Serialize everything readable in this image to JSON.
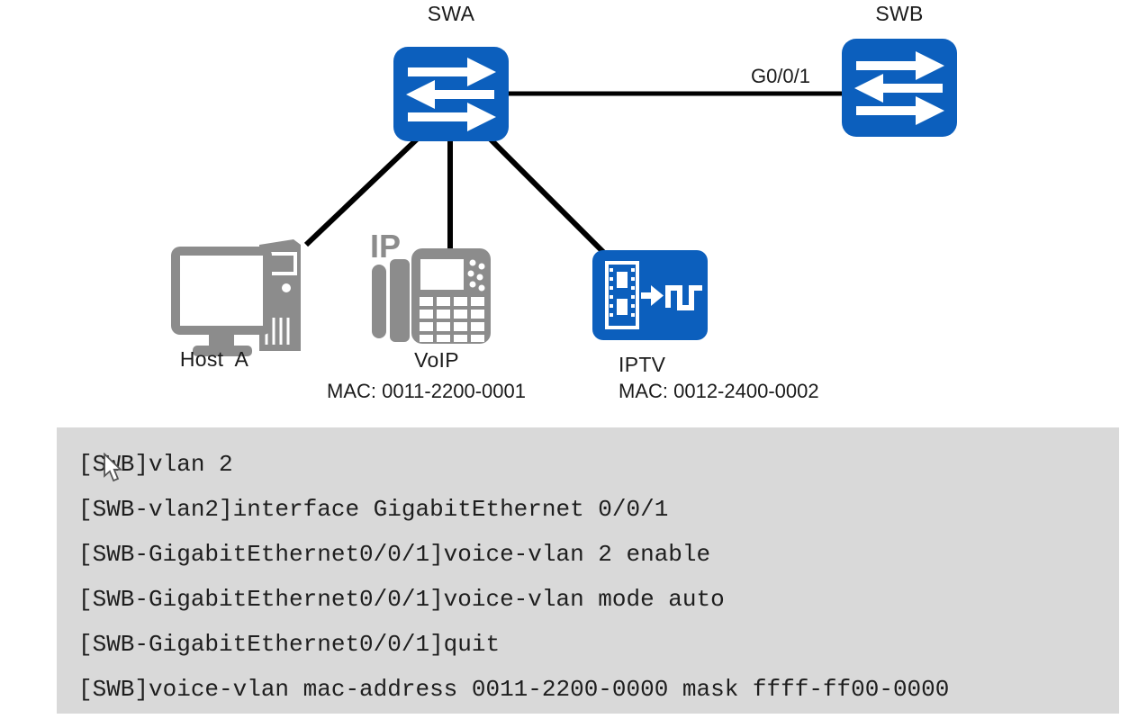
{
  "diagram": {
    "devices": {
      "swa": {
        "label": "SWA",
        "type": "switch"
      },
      "swb": {
        "label": "SWB",
        "type": "switch"
      },
      "host": {
        "label": "Host  A",
        "type": "desktop-computer"
      },
      "voip": {
        "label": "VoIP",
        "mac": "MAC: 0011-2200-0001",
        "badge": "IP",
        "type": "ip-phone"
      },
      "iptv": {
        "label": "IPTV",
        "mac": "MAC: 0012-2400-0002",
        "type": "iptv-media-stream"
      }
    },
    "links": {
      "swa_swb_label": "G0/0/1"
    },
    "icons": {
      "swa": "lan-switch-icon",
      "swb": "lan-switch-icon",
      "host": "desktop-computer-icon",
      "voip": "ip-phone-icon",
      "iptv": "iptv-media-icon",
      "pointer": "mouse-cursor-icon"
    }
  },
  "console": {
    "lines": [
      "[SWB]vlan 2",
      "[SWB-vlan2]interface GigabitEthernet 0/0/1",
      "[SWB-GigabitEthernet0/0/1]voice-vlan 2 enable",
      "[SWB-GigabitEthernet0/0/1]voice-vlan mode auto",
      "[SWB-GigabitEthernet0/0/1]quit",
      "[SWB]voice-vlan mac-address 0011-2200-0000 mask ffff-ff00-0000"
    ]
  },
  "colors": {
    "switch_blue": "#0c5fbd",
    "iptv_blue": "#0c5fbd",
    "device_gray": "#8c8c8c",
    "console_bg": "#d9d9d9",
    "console_text": "#1e1e1e",
    "link_line": "#000000"
  }
}
